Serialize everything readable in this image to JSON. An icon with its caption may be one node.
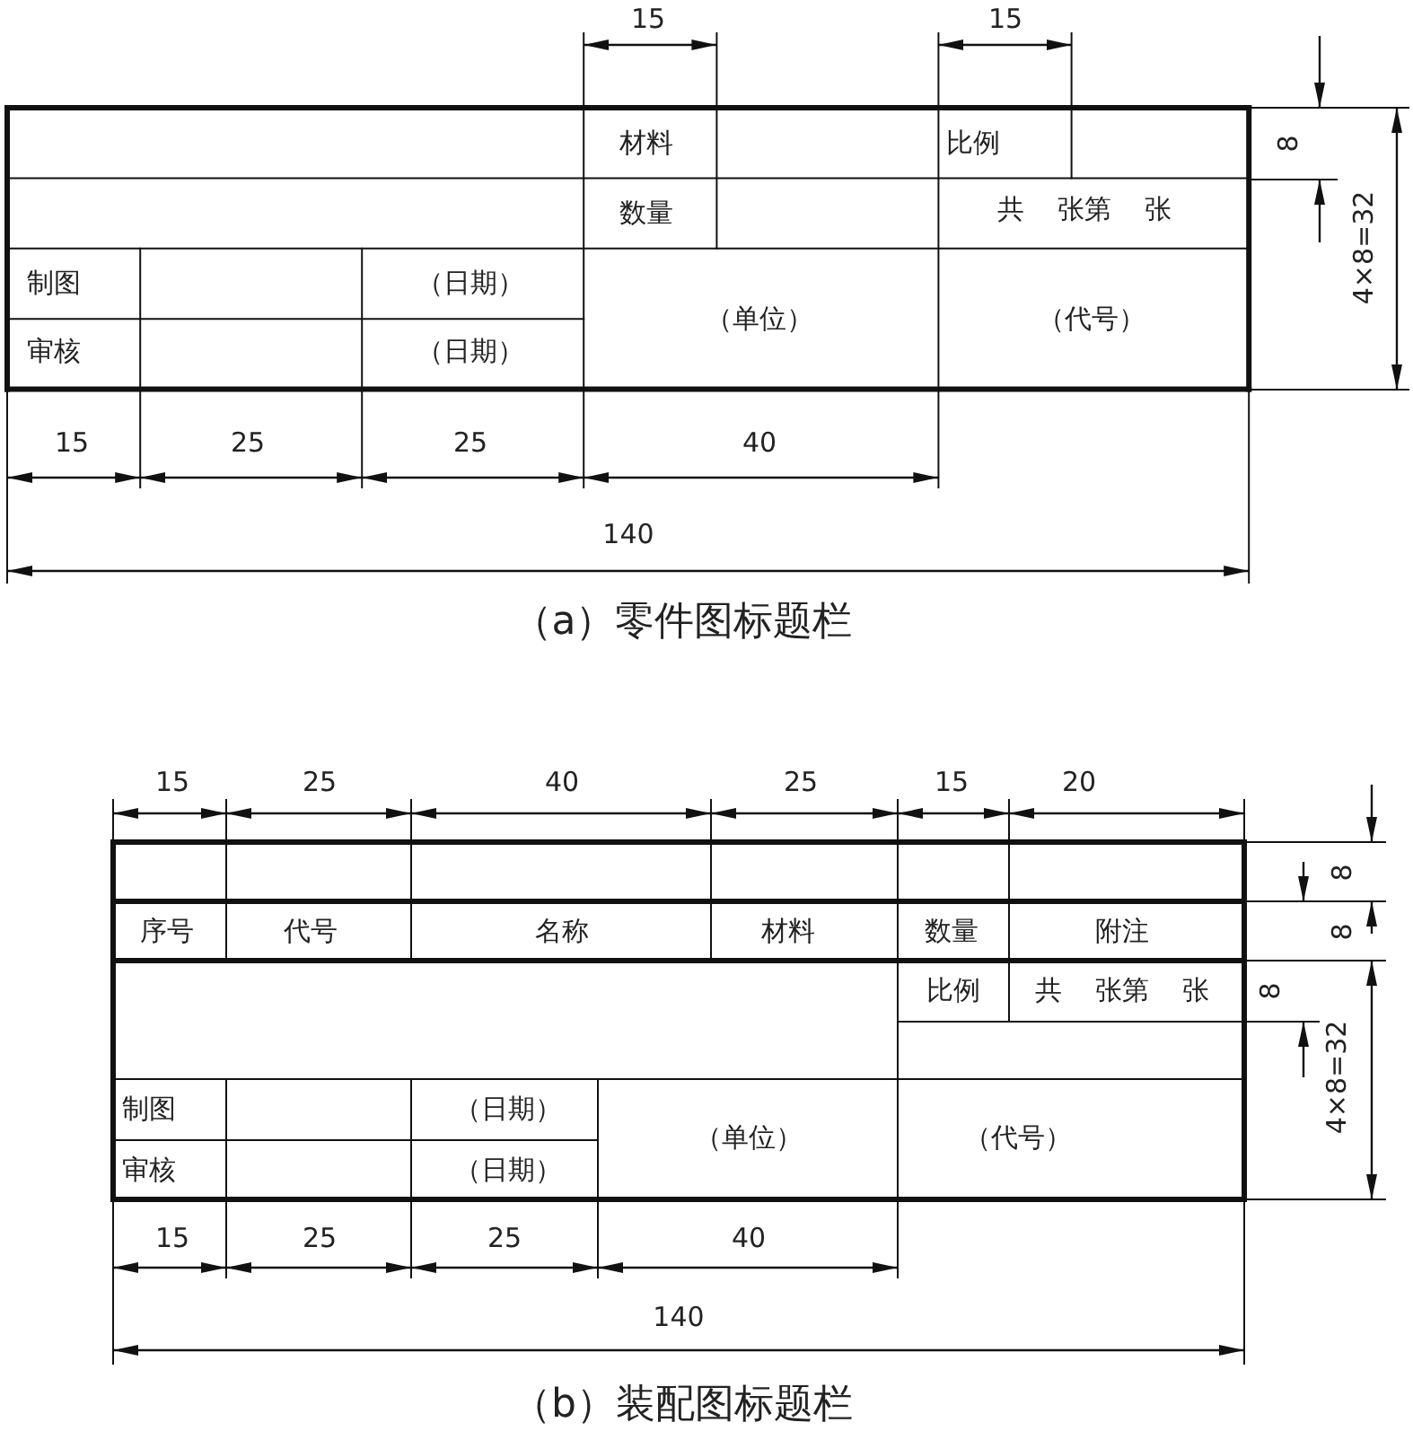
{
  "diagram": {
    "labels": [
      "15",
      "15",
      "材料",
      "比例",
      "8",
      "4×8=32",
      "数量",
      "共 张第 张",
      "制图",
      "（日期）",
      "（单位）",
      "（代号）",
      "审核",
      "（日期）",
      "15",
      "25",
      "25",
      "40",
      "140",
      "（a）零件图标题栏",
      "15",
      "25",
      "40",
      "25",
      "15",
      "20",
      "8",
      "序号",
      "代号",
      "名称",
      "材料",
      "数量",
      "附注",
      "8",
      "比例",
      "共 张第 张",
      "8",
      "4×8=32",
      "制图",
      "（日期）",
      "（单位）",
      "（代号）",
      "审核",
      "（日期）",
      "15",
      "25",
      "25",
      "40",
      "140",
      "（b）装配图标题栏"
    ]
  }
}
